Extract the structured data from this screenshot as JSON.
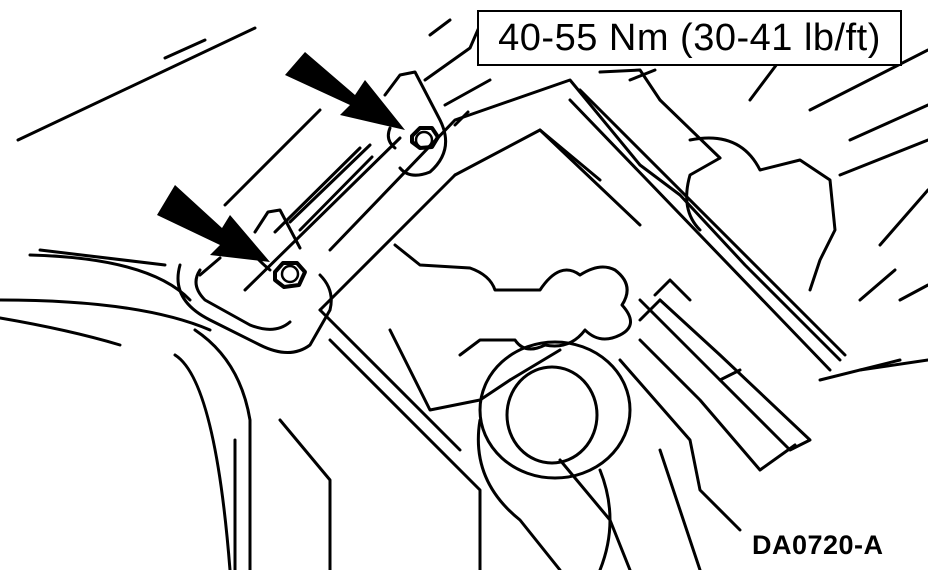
{
  "diagram": {
    "torque_spec": "40-55 Nm (30-41 lb/ft)",
    "figure_id": "DA0720-A",
    "callouts": [
      {
        "name": "upper-bolt",
        "target": "bolt"
      },
      {
        "name": "lower-bolt",
        "target": "bolt"
      }
    ],
    "colors": {
      "line": "#000000",
      "background": "#ffffff"
    }
  }
}
